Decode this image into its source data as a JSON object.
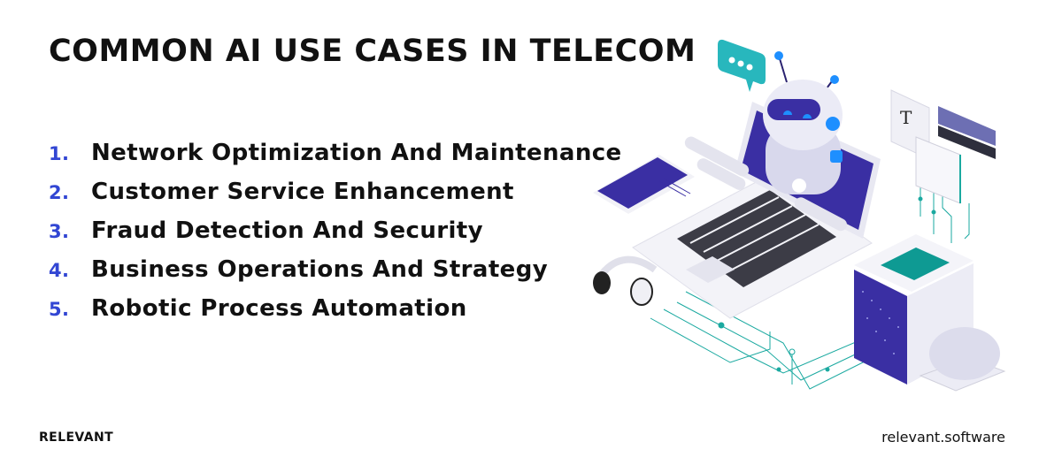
{
  "header": {
    "title": "COMMON AI USE CASES IN TELECOM"
  },
  "use_cases": [
    {
      "number": "1.",
      "label": "Network Optimization And Maintenance"
    },
    {
      "number": "2.",
      "label": "Customer Service Enhancement"
    },
    {
      "number": "3.",
      "label": "Fraud Detection And Security"
    },
    {
      "number": "4.",
      "label": "Business Operations And Strategy"
    },
    {
      "number": "5.",
      "label": "Robotic Process Automation"
    }
  ],
  "footer": {
    "brand": "RELEVANT",
    "website": "relevant.software"
  },
  "illustration": {
    "doc_letter": "T",
    "colors": {
      "indigo": "#3a2fa3",
      "teal": "#1aa9a0",
      "accent_blue": "#1e8fff",
      "light": "#e9e9f5"
    }
  }
}
